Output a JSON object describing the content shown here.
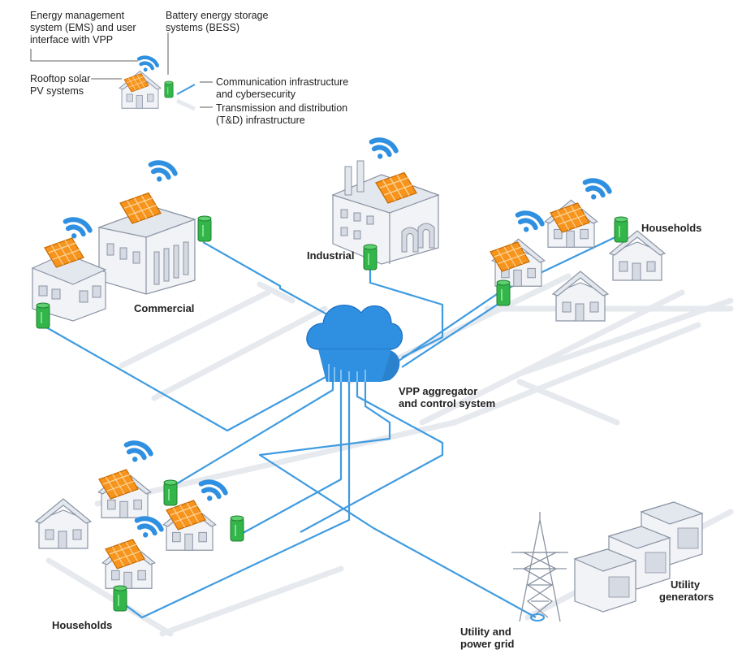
{
  "legend": {
    "ems_line1": "Energy management",
    "ems_line2": "system (EMS) and user",
    "ems_line3": "interface with VPP",
    "bess_line1": "Battery energy storage",
    "bess_line2": "systems (BESS)",
    "solar_line1": "Rooftop solar",
    "solar_line2": "PV systems",
    "comm_line1": "Communication infrastructure",
    "comm_line2": "and cybersecurity",
    "td_line1": "Transmission and distribution",
    "td_line2": "(T&D) infrastructure"
  },
  "nodes": {
    "industrial": "Industrial",
    "commercial": "Commercial",
    "households_right": "Households",
    "households_left": "Households",
    "aggregator_line1": "VPP aggregator",
    "aggregator_line2": "and control system",
    "grid_line1": "Utility and",
    "grid_line2": "power grid",
    "generators_line1": "Utility",
    "generators_line2": "generators"
  },
  "colors": {
    "link_blue": "#3f9be0",
    "wifi_blue": "#2f8fe0",
    "cloud_blue": "#2f8fe0",
    "battery_green": "#33b54a",
    "solar_orange": "#f7941d",
    "road_gray": "#e6e9ee",
    "building_fill": "#f1f3f7",
    "building_stroke": "#8a93a3"
  },
  "icons": [
    "wifi-icon",
    "solar-panel-icon",
    "battery-icon",
    "cloud-icon",
    "transmission-tower-icon",
    "generator-icon",
    "house-icon",
    "factory-icon",
    "office-building-icon"
  ]
}
